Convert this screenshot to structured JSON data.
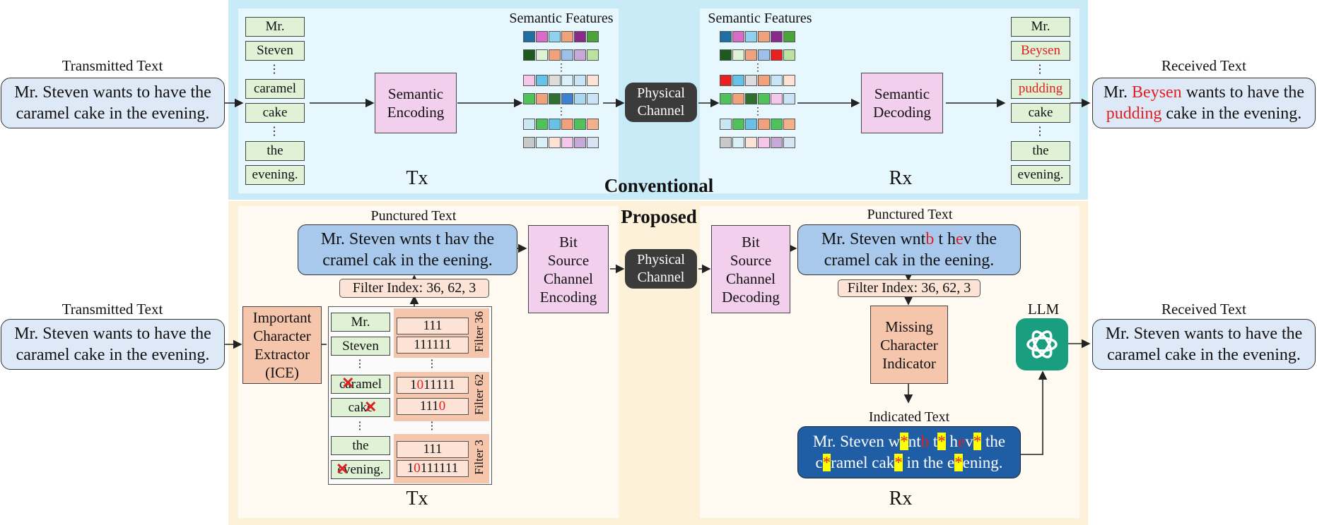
{
  "colors": {
    "conventional_bg": "#c9ebf8",
    "proposed_bg": "#fdf5e3",
    "red": "#e02020",
    "highlight": "#ffff00",
    "physical_channel": "#3b3b3b",
    "llm": "#1a9e80"
  },
  "conventional": {
    "title": "Conventional",
    "left_caption": "Transmitted Text",
    "left_text_1": "Mr. Steven wants to have the",
    "left_text_2": "caramel cake in the evening.",
    "tx_words": [
      "Mr.",
      "Steven",
      "caramel",
      "cake",
      "the",
      "evening."
    ],
    "ellipsis": "⋮",
    "semantic_encoding": [
      "Semantic",
      "Encoding"
    ],
    "features_label_tx": "Semantic Features",
    "features_label_rx": "Semantic Features",
    "physical_channel": [
      "Physical",
      "Channel"
    ],
    "semantic_decoding": [
      "Semantic",
      "Decoding"
    ],
    "rx_words": [
      "Mr.",
      "Beysen",
      "pudding",
      "cake",
      "the",
      "evening."
    ],
    "tx_label": "Tx",
    "rx_label": "Rx",
    "right_caption": "Received Text",
    "right_text_1_a": "Mr. ",
    "right_text_1_b": "Beysen",
    "right_text_1_c": " wants to have the",
    "right_text_2_a": "pudding",
    "right_text_2_b": " cake in the evening."
  },
  "feature_rows_tx": [
    [
      "#1f6fa3",
      "#d96cc9",
      "#8fd1ee",
      "#f0a27c",
      "#8a2a8a",
      "#4aa43a"
    ],
    [
      "#1e5a1e",
      "#dff2d6",
      "#f0a27c",
      "#9cc0e8",
      "#c7a8d8",
      "#b9e39f"
    ],
    [
      "#f4c6ea",
      "#67c2ea",
      "#dcdcdc",
      "#d8f0f8",
      "#c9e3f7",
      "#fde3d6"
    ],
    [
      "#4fc25a",
      "#f0a27c",
      "#2e6e2e",
      "#3d7fd1",
      "#a8d8ee",
      "#c9e3f7"
    ],
    [
      "#c9e8f4",
      "#4fc25a",
      "#67c2ea",
      "#f0a27c",
      "#4fc25a",
      "#f4b088"
    ],
    [
      "#c8c8c8",
      "#d8f0f8",
      "#fde3d6",
      "#f4c6ea",
      "#c7a8d8",
      "#d6e4f4"
    ]
  ],
  "feature_rows_rx": [
    [
      "#1f6fa3",
      "#d96cc9",
      "#8fd1ee",
      "#f0a27c",
      "#8a2a8a",
      "#4aa43a"
    ],
    [
      "#1e5a1e",
      "#dff2d6",
      "#f0a27c",
      "#9cc0e8",
      "#e82020",
      "#b9e39f"
    ],
    [
      "#e82020",
      "#67c2ea",
      "#dcdcdc",
      "#f0a27c",
      "#c9e3f7",
      "#fde3d6"
    ],
    [
      "#4fc25a",
      "#f0a27c",
      "#2e6e2e",
      "#4fc25a",
      "#f4c6ea",
      "#c9e3f7"
    ],
    [
      "#c9e8f4",
      "#4fc25a",
      "#67c2ea",
      "#f0a27c",
      "#4fc25a",
      "#f4b088"
    ],
    [
      "#c8c8c8",
      "#d8f0f8",
      "#fde3d6",
      "#f4c6ea",
      "#c7a8d8",
      "#d6e4f4"
    ]
  ],
  "proposed": {
    "title": "Proposed",
    "left_caption": "Transmitted Text",
    "left_text_1": "Mr. Steven wants to have the",
    "left_text_2": "caramel cake in the evening.",
    "ice": [
      "Important",
      "Character",
      "Extractor",
      "(ICE)"
    ],
    "punctured_caption_tx": "Punctured Text",
    "punctured_tx_1": "Mr. Steven wnts t hav the",
    "punctured_tx_2": "cramel cak in the eening.",
    "filter_index_tx": "Filter Index: 36, 62, 3",
    "filter_words": [
      "Mr.",
      "Steven",
      "caramel",
      "cake",
      "the",
      "evening."
    ],
    "bits": {
      "b1": "111",
      "b2": "111111",
      "b3_a": "1",
      "b3_b": "0",
      "b3_c": "11111",
      "b4_a": "111",
      "b4_b": "0",
      "b5": "111",
      "b6_a": "1",
      "b6_b": "0",
      "b6_c": "111111"
    },
    "filter_labels": [
      "Filter 36",
      "Filter 62",
      "Filter 3"
    ],
    "bit_encoding": [
      "Bit",
      "Source",
      "Channel",
      "Encoding"
    ],
    "physical_channel": [
      "Physical",
      "Channel"
    ],
    "bit_decoding": [
      "Bit",
      "Source",
      "Channel",
      "Decoding"
    ],
    "punctured_caption_rx": "Punctured Text",
    "punctured_rx_1_a": "Mr. Steven wnt",
    "punctured_rx_1_b": "b",
    "punctured_rx_1_c": " t h",
    "punctured_rx_1_d": "e",
    "punctured_rx_1_e": "v the",
    "punctured_rx_2": "cramel cak in the eening.",
    "filter_index_rx": "Filter Index: 36, 62, 3",
    "mci": [
      "Missing",
      "Character",
      "Indicator"
    ],
    "indicated_caption": "Indicated Text",
    "indicated_1": [
      "Mr. Steven w",
      "*",
      "nt",
      "b",
      " t",
      "*",
      " h",
      "e",
      "v",
      "*",
      " the"
    ],
    "indicated_2": [
      "c",
      "*",
      "ramel cak",
      "*",
      " in the e",
      "*",
      "ening."
    ],
    "llm_label": "LLM",
    "right_caption": "Received Text",
    "right_text_1": "Mr. Steven wants to have the",
    "right_text_2": "caramel cake in the evening.",
    "tx_label": "Tx",
    "rx_label": "Rx"
  }
}
